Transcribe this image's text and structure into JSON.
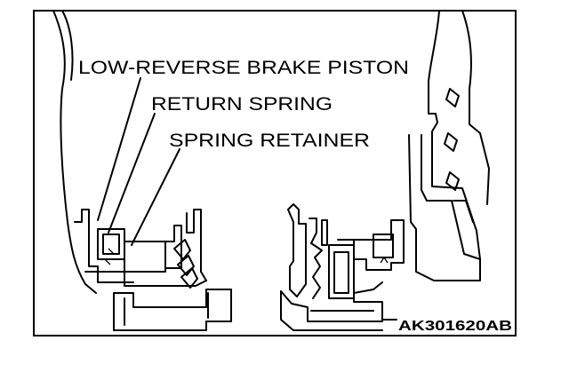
{
  "labels": {
    "piston": "LOW-REVERSE BRAKE PISTON",
    "return_spring": "RETURN SPRING",
    "spring_retainer": "SPRING RETAINER"
  },
  "figure_code": "AK301620AB",
  "colors": {
    "line": "#000000",
    "background": "#ffffff"
  }
}
